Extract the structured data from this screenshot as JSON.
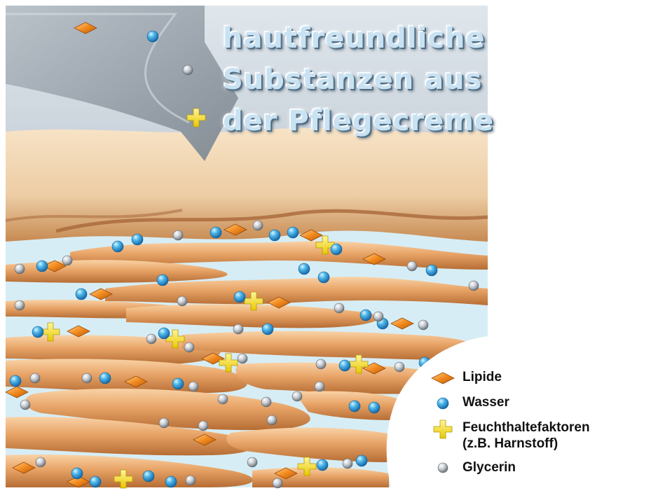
{
  "headline": {
    "line1": "hautfreundliche",
    "line2": "Substanzen aus",
    "line3": "der Pflegecreme"
  },
  "legend": {
    "lipide": "Lipide",
    "wasser": "Wasser",
    "feuchthaltefaktoren_line1": "Feuchthaltefaktoren",
    "feuchthaltefaktoren_line2": "(z.B. Harnstoff)",
    "glycerin": "Glycerin"
  },
  "colors": {
    "lipid": "#f28a1e",
    "water": "#3aa8e0",
    "moisturizing_factor": "#f5e21a",
    "glycerin": "#c8ccd0",
    "skin_cells": "#e2a36a",
    "intercellular": "#d8eef6",
    "cream_arrow": "#9aa3ab"
  }
}
